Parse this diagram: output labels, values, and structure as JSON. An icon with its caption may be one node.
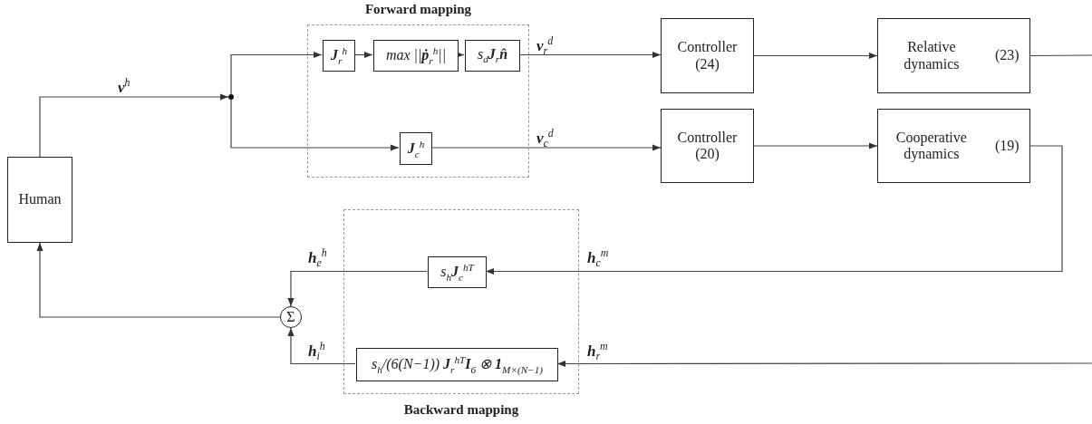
{
  "diagram": {
    "nodes": [
      {
        "text": [
          "Human"
        ]
      },
      {
        "text": [],
        "shape": "circle"
      },
      {
        "text": [
          "Forward mapping"
        ]
      },
      {
        "text": [
          "**J**$_{r}$$^{h}$"
        ],
        "in": 2
      },
      {
        "text": [
          "max ||**ṗ**$_{r}$$^{h}$||"
        ],
        "in": 2
      },
      {
        "text": [
          "s$_{d}$**J**$_{r}$**n̂**"
        ],
        "in": 2
      },
      {
        "text": [
          "**J**$_{c}$$^{h}$"
        ],
        "in": 2
      },
      {
        "text": [
          "Controller (24)"
        ]
      },
      {
        "text": [
          "Relative dynamics",
          "(23)"
        ]
      },
      {
        "text": [
          "Controller (20)"
        ]
      },
      {
        "text": [
          "Cooperative dynamics",
          "(19)"
        ]
      },
      {
        "text": [
          "Backward mapping"
        ]
      },
      {
        "text": [
          "s$_{h}$**J**$_{c}$$^{hT}$"
        ],
        "in": 11
      },
      {
        "text": [
          "s$_{h}$/(6(N−1)) **J**$_{r}$$^{hT}$**I**$_{6}$ ⊗ **1**$_{M×(N−1)}$"
        ],
        "in": 11
      },
      {
        "text": [
          "Σ"
        ]
      }
    ],
    "edges": [
      {
        "from": 0,
        "to": 1,
        "arrow": "to",
        "label": "**v**$^{h}$"
      },
      {
        "from": 1,
        "to": 3,
        "arrow": "to"
      },
      {
        "from": 3,
        "to": 4,
        "arrow": "to"
      },
      {
        "from": 4,
        "to": 5,
        "arrow": "to"
      },
      {
        "from": 5,
        "to": 7,
        "arrow": "to",
        "label": "**v**$_{r}$$^{d}$"
      },
      {
        "from": 1,
        "to": 6,
        "arrow": "to"
      },
      {
        "from": 6,
        "to": 9,
        "arrow": "to",
        "label": "**v**$_{c}$$^{d}$"
      },
      {
        "from": 7,
        "to": 8,
        "arrow": "to"
      },
      {
        "from": 9,
        "to": 10,
        "arrow": "to"
      },
      {
        "from": 8,
        "to": null,
        "arrow": "none"
      },
      {
        "from": 10,
        "to": 12,
        "arrow": "to",
        "label": "**h**$_{c}$$^{m}$"
      },
      {
        "from": null,
        "to": 13,
        "arrow": "to",
        "label": "**h**$_{r}$$^{m}$"
      },
      {
        "from": 12,
        "to": 14,
        "arrow": "to",
        "label": "**h**$_{e}$$^{h}$"
      },
      {
        "from": 13,
        "to": 14,
        "arrow": "to",
        "label": "**h**$_{i}$$^{h}$"
      },
      {
        "from": 14,
        "to": 0,
        "arrow": "to"
      }
    ]
  }
}
